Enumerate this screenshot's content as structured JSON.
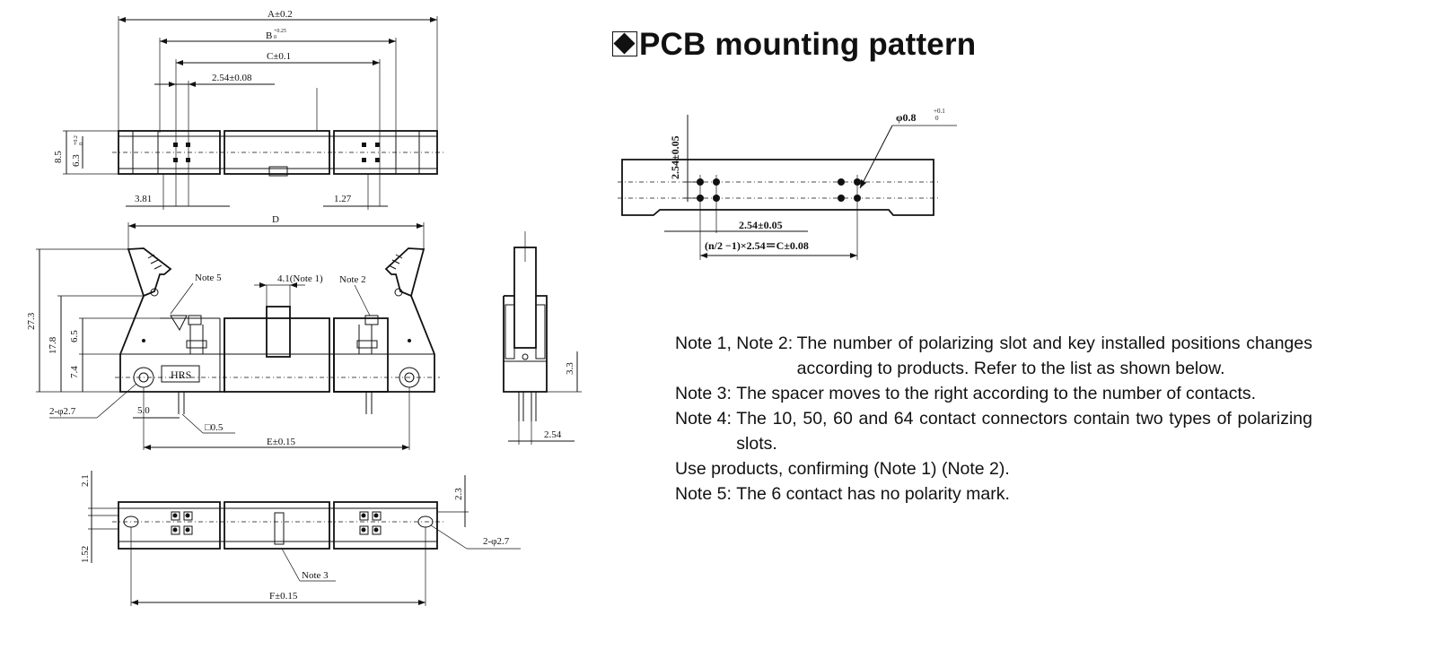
{
  "title": "PCB mounting pattern",
  "notes": [
    {
      "label": "Note 1, Note 2:",
      "text": "The number of polarizing slot and key installed positions changes according to products. Refer to the list as shown below."
    },
    {
      "label": "Note 3:",
      "text": "The spacer moves to the right according to the number of contacts."
    },
    {
      "label": "Note 4:",
      "text": "The 10, 50, 60 and 64 contact connectors contain two types of polarizing slots."
    },
    {
      "label": "",
      "text": "Use products, confirming (Note 1) (Note 2)."
    },
    {
      "label": "Note 5:",
      "text": "The 6 contact has no polarity mark."
    }
  ],
  "dimensions": {
    "a": "A±0.2",
    "b": "B",
    "b_tol": "+0.25",
    "b_tol_lower": "0",
    "c": "C±0.1",
    "pitch": "2.54±0.08",
    "h85": "8.5",
    "h63": "6.3",
    "h63_tol": "+0.2",
    "h63_tol_lower": "0",
    "d381": "3.81",
    "d127": "1.27",
    "d": "D",
    "h273": "27.3",
    "h178": "17.8",
    "h65": "6.5",
    "h74": "7.4",
    "note5": "Note 5",
    "key41": "4.1(Note 1)",
    "note2": "Note 2",
    "hole": "2-φ2.7",
    "d50": "5.0",
    "pin05": "□0.5",
    "e": "E±0.15",
    "h33": "3.3",
    "d254": "2.54",
    "h21": "2.1",
    "h152": "1.52",
    "h23": "2.3",
    "hole2": "2-φ2.7",
    "note3": "Note 3",
    "f": "F±0.15",
    "pcb_hole": "φ0.8",
    "pcb_hole_tol": "+0.1",
    "pcb_hole_tol_lower": "0",
    "pcb_v": "2.54±0.05",
    "pcb_h": "2.54±0.05",
    "pcb_formula": "(n/2 −1)×2.54＝C±0.08",
    "logo": "HRS"
  }
}
